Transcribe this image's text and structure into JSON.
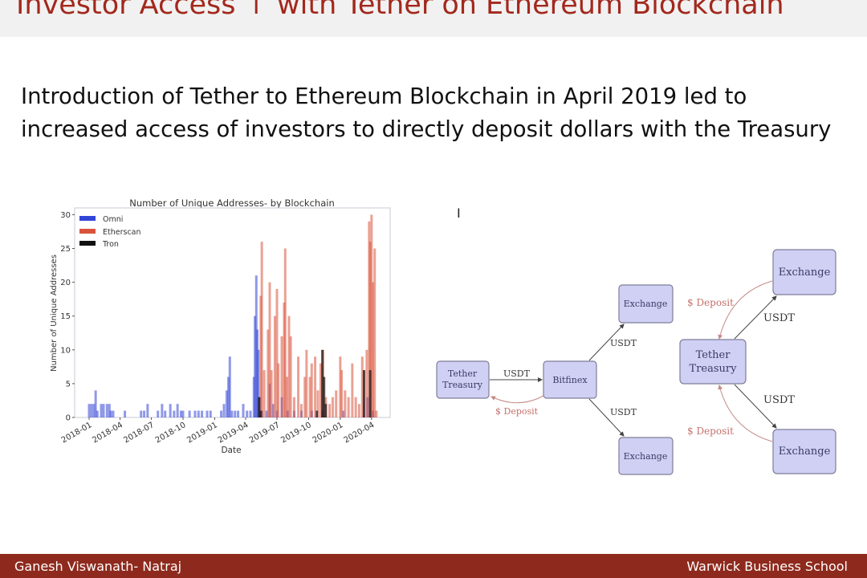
{
  "slide": {
    "title": "Investor Access ↑ with Tether on Ethereum Blockchain",
    "lead_line1": "Introduction of Tether to Ethereum Blockchain in April 2019 led to",
    "lead_line2": "increased access of investors to directly deposit dollars with the Treasury",
    "footer_left": "Ganesh Viswanath- Natraj",
    "footer_right": "Warwick Business School"
  },
  "chart_data": {
    "type": "bar",
    "title": "Number of Unique Addresses- by Blockchain",
    "xlabel": "Date",
    "ylabel": "Number of Unique Addresses",
    "ylim": [
      0,
      31
    ],
    "yticks": [
      0,
      5,
      10,
      15,
      20,
      25,
      30
    ],
    "xticks": [
      "2018-01",
      "2018-04",
      "2018-07",
      "2018-10",
      "2019-01",
      "2019-04",
      "2019-07",
      "2019-10",
      "2020-01",
      "2020-04"
    ],
    "xlim": [
      "2017-11-20",
      "2020-05-25"
    ],
    "legend_position": "top-left",
    "series": [
      {
        "name": "Omni",
        "color": "#3345d6",
        "points": [
          [
            "2018-01-01",
            2
          ],
          [
            "2018-01-08",
            2
          ],
          [
            "2018-01-15",
            2
          ],
          [
            "2018-01-20",
            4
          ],
          [
            "2018-01-25",
            1
          ],
          [
            "2018-02-05",
            2
          ],
          [
            "2018-02-12",
            2
          ],
          [
            "2018-02-22",
            2
          ],
          [
            "2018-03-01",
            2
          ],
          [
            "2018-03-05",
            1
          ],
          [
            "2018-03-12",
            1
          ],
          [
            "2018-04-15",
            1
          ],
          [
            "2018-06-01",
            1
          ],
          [
            "2018-06-10",
            1
          ],
          [
            "2018-06-20",
            2
          ],
          [
            "2018-07-20",
            1
          ],
          [
            "2018-08-01",
            2
          ],
          [
            "2018-08-10",
            1
          ],
          [
            "2018-08-25",
            2
          ],
          [
            "2018-09-05",
            1
          ],
          [
            "2018-09-15",
            2
          ],
          [
            "2018-09-25",
            1
          ],
          [
            "2018-10-01",
            1
          ],
          [
            "2018-10-20",
            1
          ],
          [
            "2018-11-05",
            1
          ],
          [
            "2018-11-15",
            1
          ],
          [
            "2018-11-25",
            1
          ],
          [
            "2018-12-10",
            1
          ],
          [
            "2018-12-20",
            1
          ],
          [
            "2019-01-20",
            1
          ],
          [
            "2019-01-28",
            2
          ],
          [
            "2019-02-05",
            4
          ],
          [
            "2019-02-10",
            6
          ],
          [
            "2019-02-14",
            9
          ],
          [
            "2019-02-20",
            1
          ],
          [
            "2019-03-01",
            1
          ],
          [
            "2019-03-10",
            1
          ],
          [
            "2019-03-25",
            2
          ],
          [
            "2019-04-05",
            1
          ],
          [
            "2019-04-15",
            1
          ],
          [
            "2019-04-25",
            6
          ],
          [
            "2019-04-28",
            15
          ],
          [
            "2019-05-02",
            21
          ],
          [
            "2019-05-05",
            13
          ],
          [
            "2019-05-08",
            10
          ],
          [
            "2019-05-12",
            3
          ],
          [
            "2019-05-18",
            1
          ],
          [
            "2019-06-01",
            1
          ],
          [
            "2019-06-10",
            5
          ],
          [
            "2019-06-20",
            2
          ],
          [
            "2019-07-01",
            1
          ],
          [
            "2019-07-15",
            3
          ],
          [
            "2019-08-01",
            1
          ],
          [
            "2019-08-20",
            1
          ],
          [
            "2019-09-10",
            1
          ],
          [
            "2019-10-10",
            1
          ],
          [
            "2019-11-10",
            1
          ],
          [
            "2020-01-10",
            1
          ],
          [
            "2020-03-20",
            3
          ],
          [
            "2020-04-05",
            1
          ]
        ]
      },
      {
        "name": "Etherscan",
        "color": "#d9533c",
        "points": [
          [
            "2019-05-15",
            18
          ],
          [
            "2019-05-18",
            26
          ],
          [
            "2019-05-25",
            7
          ],
          [
            "2019-06-05",
            13
          ],
          [
            "2019-06-10",
            20
          ],
          [
            "2019-06-15",
            7
          ],
          [
            "2019-06-25",
            15
          ],
          [
            "2019-07-01",
            19
          ],
          [
            "2019-07-05",
            8
          ],
          [
            "2019-07-15",
            12
          ],
          [
            "2019-07-22",
            17
          ],
          [
            "2019-07-25",
            25
          ],
          [
            "2019-07-30",
            6
          ],
          [
            "2019-08-05",
            15
          ],
          [
            "2019-08-10",
            12
          ],
          [
            "2019-08-20",
            3
          ],
          [
            "2019-09-01",
            9
          ],
          [
            "2019-09-10",
            2
          ],
          [
            "2019-09-20",
            6
          ],
          [
            "2019-09-25",
            10
          ],
          [
            "2019-10-05",
            6
          ],
          [
            "2019-10-10",
            8
          ],
          [
            "2019-10-20",
            9
          ],
          [
            "2019-10-28",
            4
          ],
          [
            "2019-11-05",
            8
          ],
          [
            "2019-11-12",
            10
          ],
          [
            "2019-11-20",
            3
          ],
          [
            "2019-12-01",
            2
          ],
          [
            "2019-12-10",
            3
          ],
          [
            "2019-12-20",
            4
          ],
          [
            "2020-01-01",
            9
          ],
          [
            "2020-01-05",
            7
          ],
          [
            "2020-01-15",
            4
          ],
          [
            "2020-01-25",
            3
          ],
          [
            "2020-02-05",
            8
          ],
          [
            "2020-02-15",
            3
          ],
          [
            "2020-02-25",
            2
          ],
          [
            "2020-03-05",
            9
          ],
          [
            "2020-03-10",
            7
          ],
          [
            "2020-03-18",
            10
          ],
          [
            "2020-03-25",
            29
          ],
          [
            "2020-03-28",
            26
          ],
          [
            "2020-04-01",
            30
          ],
          [
            "2020-04-05",
            20
          ],
          [
            "2020-04-10",
            25
          ],
          [
            "2020-04-15",
            1
          ]
        ]
      },
      {
        "name": "Tron",
        "color": "#111111",
        "points": [
          [
            "2019-05-10",
            3
          ],
          [
            "2019-05-15",
            1
          ],
          [
            "2019-10-25",
            1
          ],
          [
            "2019-11-10",
            10
          ],
          [
            "2019-11-15",
            6
          ],
          [
            "2019-11-20",
            2
          ],
          [
            "2020-03-10",
            7
          ],
          [
            "2020-03-28",
            7
          ]
        ]
      }
    ]
  },
  "diagram": {
    "left": {
      "treasury_line1": "Tether",
      "treasury_line2": "Treasury",
      "bitfinex": "Bitfinex",
      "exchange_top": "Exchange",
      "exchange_bottom": "Exchange",
      "usdt_treasury_bitfinex": "USDT",
      "deposit": "$ Deposit",
      "usdt_top": "USDT",
      "usdt_bottom": "USDT"
    },
    "right": {
      "treasury_line1": "Tether",
      "treasury_line2": "Treasury",
      "exchange_top": "Exchange",
      "exchange_bottom": "Exchange",
      "usdt_top": "USDT",
      "usdt_bottom": "USDT",
      "deposit_top": "$ Deposit",
      "deposit_bottom": "$ Deposit"
    }
  }
}
